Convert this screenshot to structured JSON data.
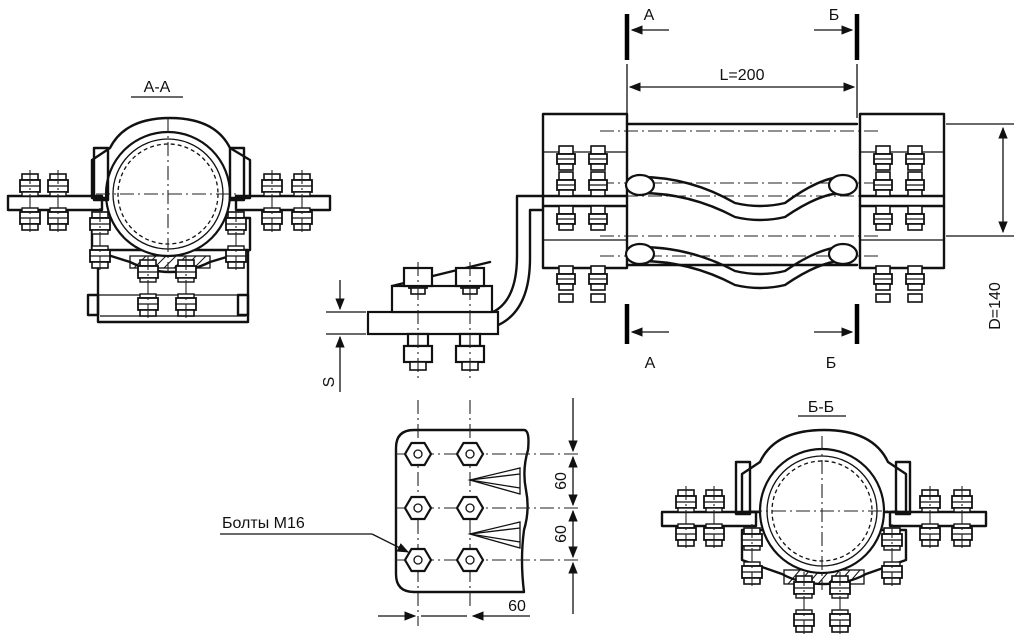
{
  "labels": {
    "section_aa": "А-А",
    "section_bb": "Б-Б",
    "cut_a_top": "А",
    "cut_b_top": "Б",
    "cut_a_bottom": "А",
    "cut_b_bottom": "Б",
    "length": "L=200",
    "diameter": "D=140",
    "thickness": "S",
    "bolts": "Болты М16",
    "pitch_1": "60",
    "pitch_2": "60",
    "pitch_3": "60"
  }
}
